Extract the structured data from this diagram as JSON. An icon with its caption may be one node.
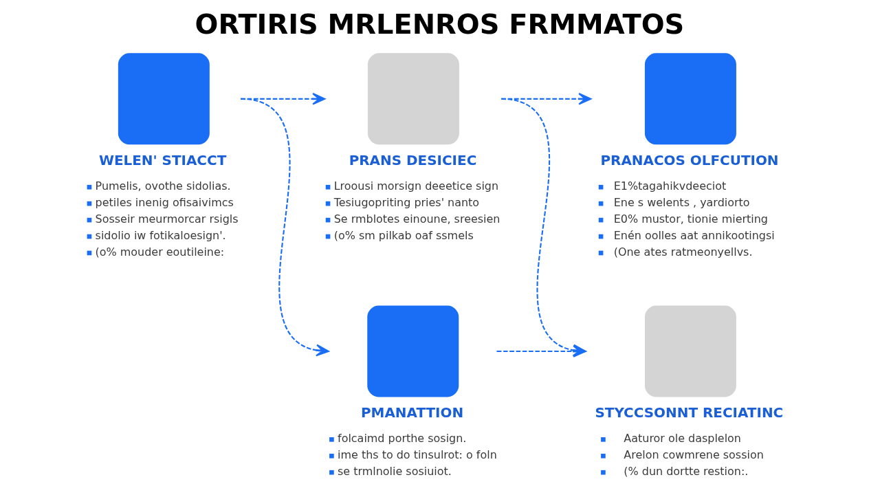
{
  "diagram": {
    "title": "ORTIRIS MRLENROS FRMMATOS",
    "nodes": [
      {
        "text": [
          "WELEN' STIACCT",
          "Pumelis, ovothe sidolias.",
          "petiles inenig ofisaivimcs",
          "Sosseir meurmorcar rsigls",
          "sidolio iw fotikaloesign'.",
          "(o% mouder eoutileine:"
        ]
      },
      {
        "text": [
          "PRANS DESICIEC",
          "Lroousi morsign deeetice sign",
          "Tesiugopriting pries' nanto",
          "Se rmblotes einoune, sreesien",
          "(o% sm pilkab oaf ssmels"
        ]
      },
      {
        "text": [
          "PRANACOS OLFCUTION",
          "E1%tagahikvdeeciot",
          "Ene s welents , yardiorto",
          "E0% mustor, tionie mierting",
          "Enén oolles aat annikootingsi",
          "(One ates ratmeonyellvs."
        ]
      },
      {
        "text": [
          "PMANATTION",
          "folcaimd porthe sosign.",
          "ime ths to do tinsulrot: o foln",
          "se trmlnolie sosiuiot."
        ]
      },
      {
        "text": [
          "STYCCSONNT RECIATINC",
          "Aaturor ole dasplelon",
          "Arelon cowmrene sossion",
          "(% dun dortte restion:."
        ]
      }
    ],
    "edges": [
      {
        "from": 0,
        "to": 1,
        "arrow": "to",
        "style": "dashed"
      },
      {
        "from": 1,
        "to": 2,
        "arrow": "to",
        "style": "dashed"
      },
      {
        "from": 0,
        "to": 3,
        "arrow": "to",
        "style": "dashed"
      },
      {
        "from": 1,
        "to": 4,
        "arrow": "to",
        "style": "dashed"
      },
      {
        "from": 3,
        "to": 4,
        "arrow": "to",
        "style": "dashed"
      }
    ]
  }
}
